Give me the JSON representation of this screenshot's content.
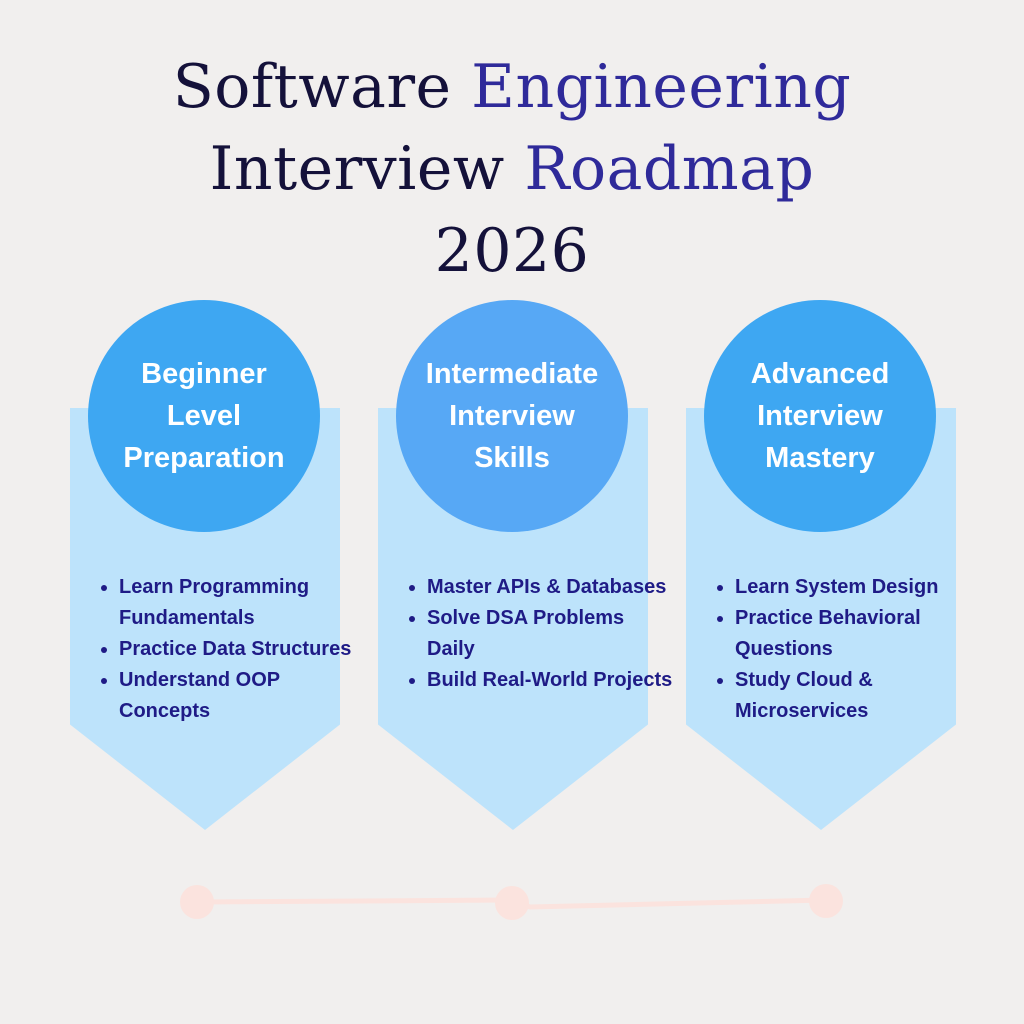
{
  "title": {
    "line1_dark": "Software",
    "line1_accent": "Engineering",
    "line2_dark": "Interview",
    "line2_accent": "Roadmap",
    "line3": "2026"
  },
  "stages": [
    {
      "heading": [
        "Beginner",
        "Level",
        "Preparation"
      ],
      "points": [
        "Learn Programming Fundamentals",
        "Practice Data Structures",
        "Understand OOP Concepts"
      ]
    },
    {
      "heading": [
        "Intermediate",
        "Interview",
        "Skills"
      ],
      "points": [
        "Master APIs & Databases",
        "Solve DSA Problems Daily",
        "Build Real-World Projects"
      ]
    },
    {
      "heading": [
        "Advanced",
        "Interview",
        "Mastery"
      ],
      "points": [
        "Learn System Design",
        "Practice Behavioral Questions",
        "Study Cloud & Microservices"
      ]
    }
  ],
  "colors": {
    "background": "#f1efee",
    "title_dark": "#14113a",
    "title_accent": "#2f2a9a",
    "circle": "#3ea7f2",
    "circle_mid": "#57a8f5",
    "chevron": "#bde3fb",
    "bullet_text": "#1f1b86",
    "timeline": "#fbe3de"
  }
}
